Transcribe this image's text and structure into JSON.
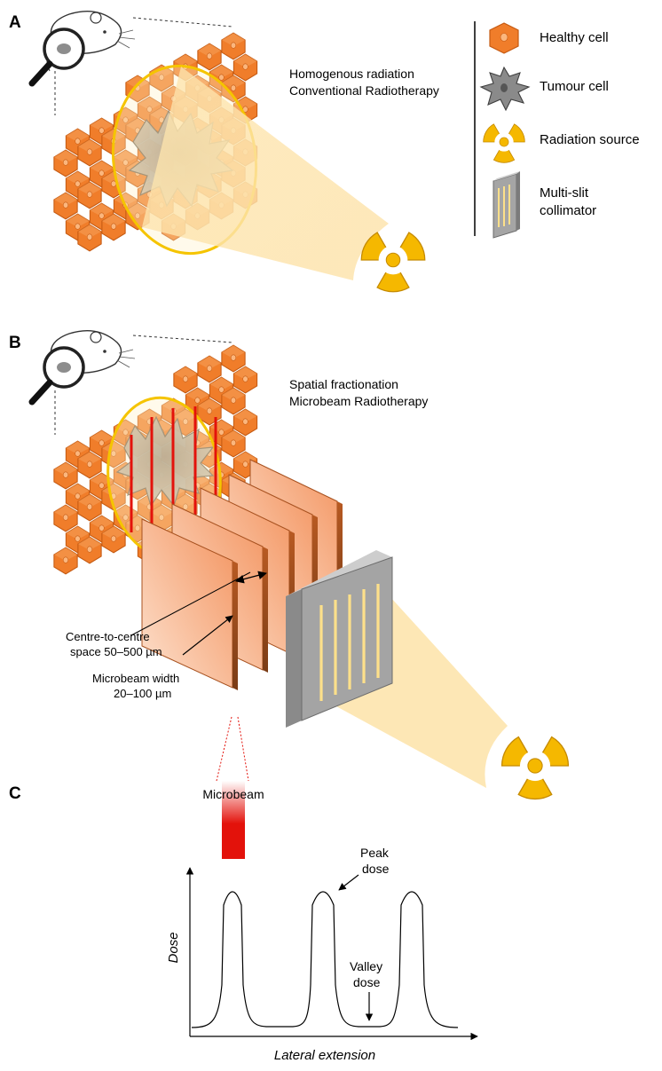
{
  "panel_a": {
    "letter": "A",
    "caption_line1": "Homogenous radiation",
    "caption_line2": "Conventional Radiotherapy"
  },
  "panel_b": {
    "letter": "B",
    "caption_line1": "Spatial fractionation",
    "caption_line2": "Microbeam Radiotherapy",
    "spacing_line1": "Centre-to-centre",
    "spacing_line2": "space 50–500 µm",
    "width_line1": "Microbeam width",
    "width_line2": "20–100 µm"
  },
  "panel_c": {
    "letter": "C",
    "microbeam_label": "Microbeam",
    "ylabel": "Dose",
    "xlabel": "Lateral extension",
    "peak_line1": "Peak",
    "peak_line2": "dose",
    "valley_line1": "Valley",
    "valley_line2": "dose"
  },
  "legend": {
    "healthy": "Healthy  cell",
    "tumour": "Tumour cell",
    "radiation": "Radiation source",
    "collimator_line1": "Multi-slit",
    "collimator_line2": "collimator"
  },
  "colors": {
    "healthy_cell": "#f07d2a",
    "radiation": "#f5b800",
    "beam": "#fde3a8",
    "microbeam": "#e3120b",
    "tumour": "#a89a88",
    "collimator": "#9d9d9d"
  },
  "icons": [
    "magnifier-icon",
    "mouse-icon",
    "healthy-cell-icon",
    "tumour-cell-icon",
    "radiation-source-icon",
    "multi-slit-collimator-icon"
  ]
}
